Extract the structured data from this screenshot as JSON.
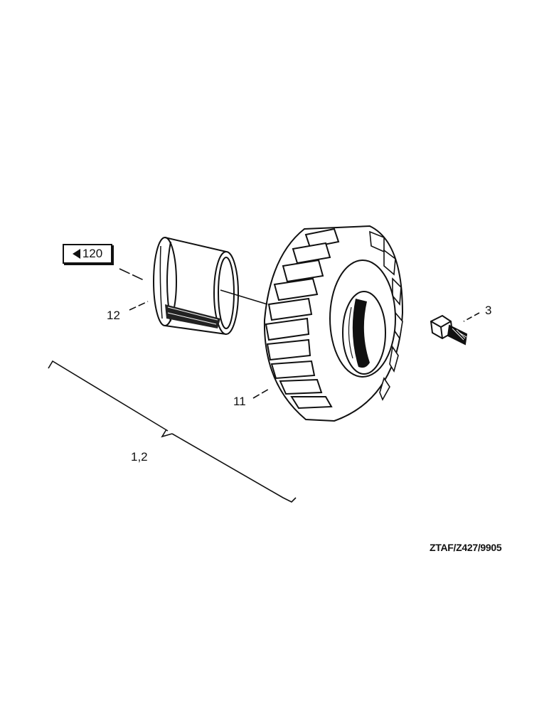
{
  "reference": {
    "arrow_icon": "left-triangle-icon",
    "page": "120"
  },
  "callouts": {
    "bolt": "3",
    "tire": "11",
    "rim": "12",
    "assembly": "1,2"
  },
  "document_code": "ZTAF/Z427/9905",
  "colors": {
    "ink": "#111111",
    "paper": "#ffffff"
  }
}
